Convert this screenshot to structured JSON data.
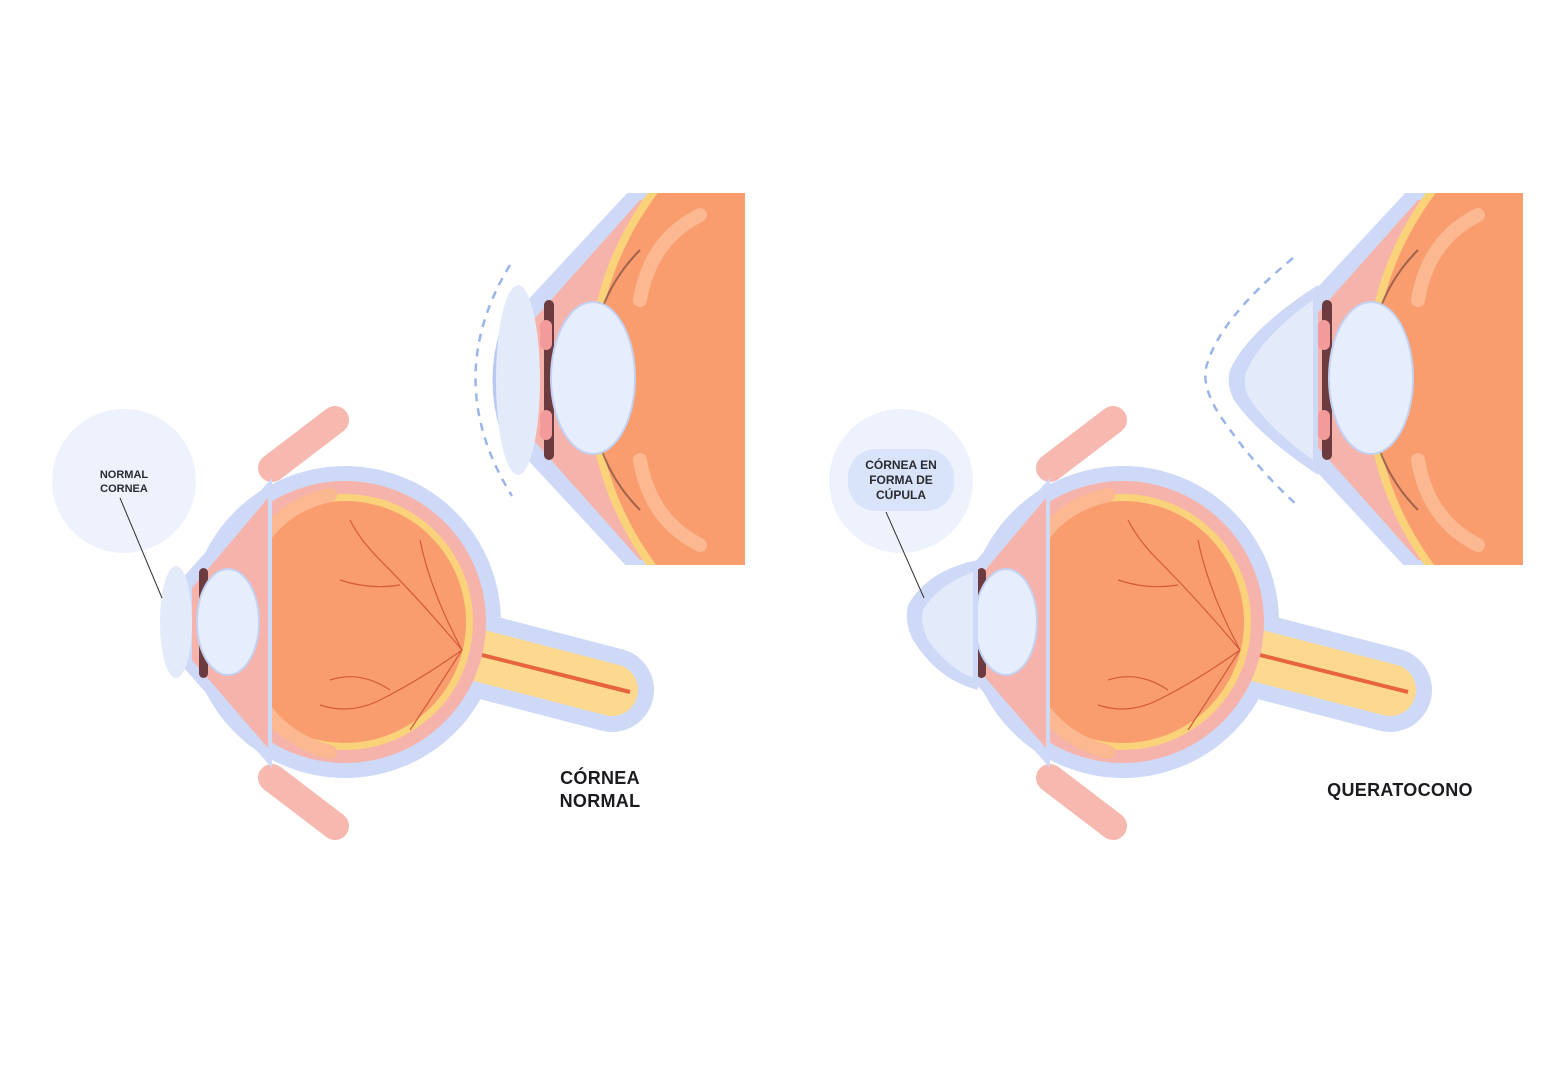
{
  "panels": [
    {
      "callout": "NORMAL\nCORNEA",
      "title": "CÓRNEA\nNORMAL"
    },
    {
      "callout": "CÓRNEA EN\nFORMA DE\nCÚPULA",
      "title": "QUERATOCONO"
    }
  ],
  "colors": {
    "sclera": "#cdd9f7",
    "choroid": "#f6b3ac",
    "retina": "#f9d27a",
    "globe": "#f99d6e",
    "lens": "#e6edfc",
    "callout": "#eef2fd",
    "callout_pill": "#d9e4fa"
  }
}
